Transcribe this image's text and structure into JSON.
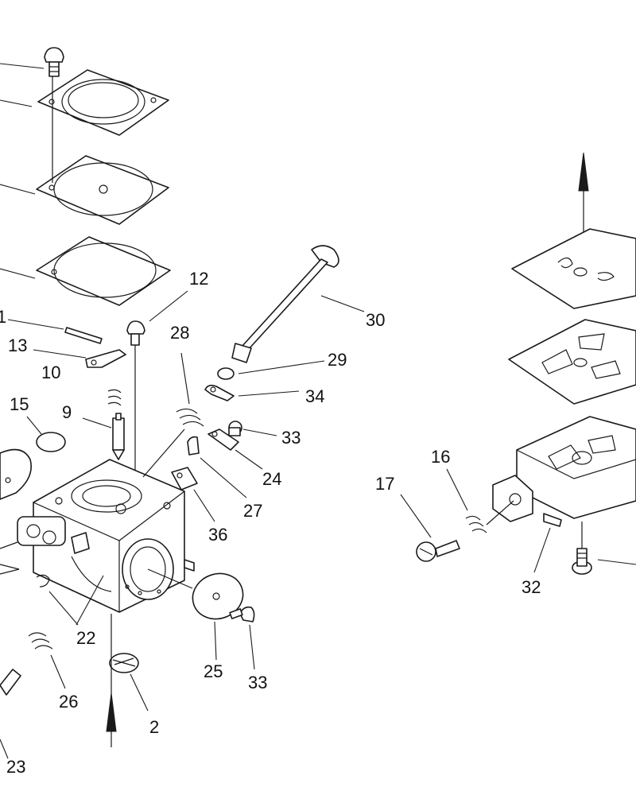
{
  "diagram": {
    "callouts": [
      {
        "id": "12",
        "label": "12"
      },
      {
        "id": "11",
        "label": "1"
      },
      {
        "id": "13",
        "label": "13"
      },
      {
        "id": "10",
        "label": "10"
      },
      {
        "id": "15",
        "label": "15"
      },
      {
        "id": "9",
        "label": "9"
      },
      {
        "id": "28",
        "label": "28"
      },
      {
        "id": "30",
        "label": "30"
      },
      {
        "id": "29",
        "label": "29"
      },
      {
        "id": "34",
        "label": "34"
      },
      {
        "id": "33a",
        "label": "33"
      },
      {
        "id": "24",
        "label": "24"
      },
      {
        "id": "27",
        "label": "27"
      },
      {
        "id": "36",
        "label": "36"
      },
      {
        "id": "22",
        "label": "22"
      },
      {
        "id": "26",
        "label": "26"
      },
      {
        "id": "25",
        "label": "25"
      },
      {
        "id": "33b",
        "label": "33"
      },
      {
        "id": "2",
        "label": "2"
      },
      {
        "id": "23",
        "label": "23"
      },
      {
        "id": "17",
        "label": "17"
      },
      {
        "id": "16",
        "label": "16"
      },
      {
        "id": "32",
        "label": "32"
      }
    ],
    "colors": {
      "ink": "#1a1a1a",
      "paper": "#ffffff"
    }
  }
}
